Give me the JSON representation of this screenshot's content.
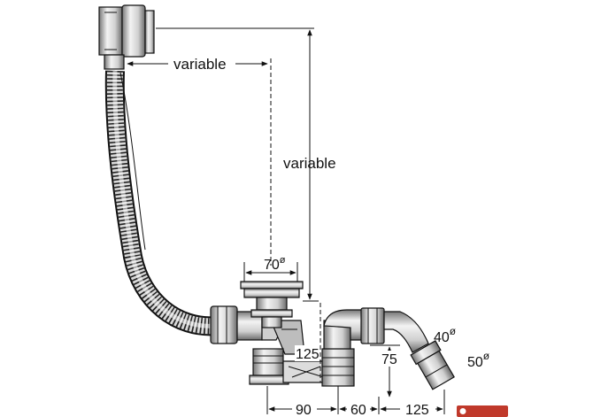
{
  "labels": {
    "variable_horizontal": "variable",
    "variable_vertical": "variable",
    "dim_70": "70",
    "dim_125_vertical": "125",
    "dim_75": "75",
    "dim_40": "40",
    "dim_50": "50",
    "dim_90": "90",
    "dim_60": "60",
    "dim_125_horizontal": "125",
    "diameter_symbol": "ø"
  },
  "colors": {
    "line": "#111111",
    "metal_light": "#e9e9e9",
    "metal_mid": "#bdbdbd",
    "metal_dark": "#6f6f6f",
    "watermark_bg": "#c0392b"
  }
}
